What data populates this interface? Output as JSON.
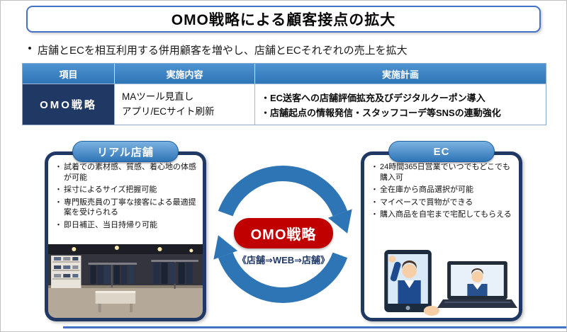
{
  "title": "OMO戦略による顧客接点の拡大",
  "lead": {
    "marker": "•",
    "text": "店舗とECを相互利用する併用顧客を増やし、店舗とECそれぞれの売上を拡大"
  },
  "table": {
    "headers": [
      "項目",
      "実施内容",
      "実施計画"
    ],
    "row": {
      "item": "OMO戦略",
      "actions": [
        "MAツール見直し",
        "アプリ/ECサイト刷新"
      ],
      "plans": [
        "・EC送客への店舗評価拡充及びデジタルクーポン導入",
        "・店舗起点の情報発信・スタッフコーデ等SNSの連動強化"
      ]
    }
  },
  "store_panel": {
    "title": "リアル店舗",
    "marker": "・",
    "bullets": [
      "試着での素材感、質感、着心地の体感が可能",
      "採寸によるサイズ把握可能",
      "専門販売員の丁寧な接客による最適提案を受けられる",
      "即日補正、当日持帰り可能"
    ]
  },
  "ec_panel": {
    "title": "EC",
    "marker": "・",
    "bullets": [
      "24時間365日営業でいつでもどこでも購入可",
      "全在庫から商品選択が可能",
      "マイペースで買物ができる",
      "購入商品を自宅まで宅配してもらえる"
    ]
  },
  "center": {
    "label": "OMO戦略",
    "flow": "《店舗⇒WEB⇒店舗》"
  },
  "colors": {
    "accent_blue": "#2E75B6",
    "navy": "#1F3864",
    "red": "#C00000"
  }
}
